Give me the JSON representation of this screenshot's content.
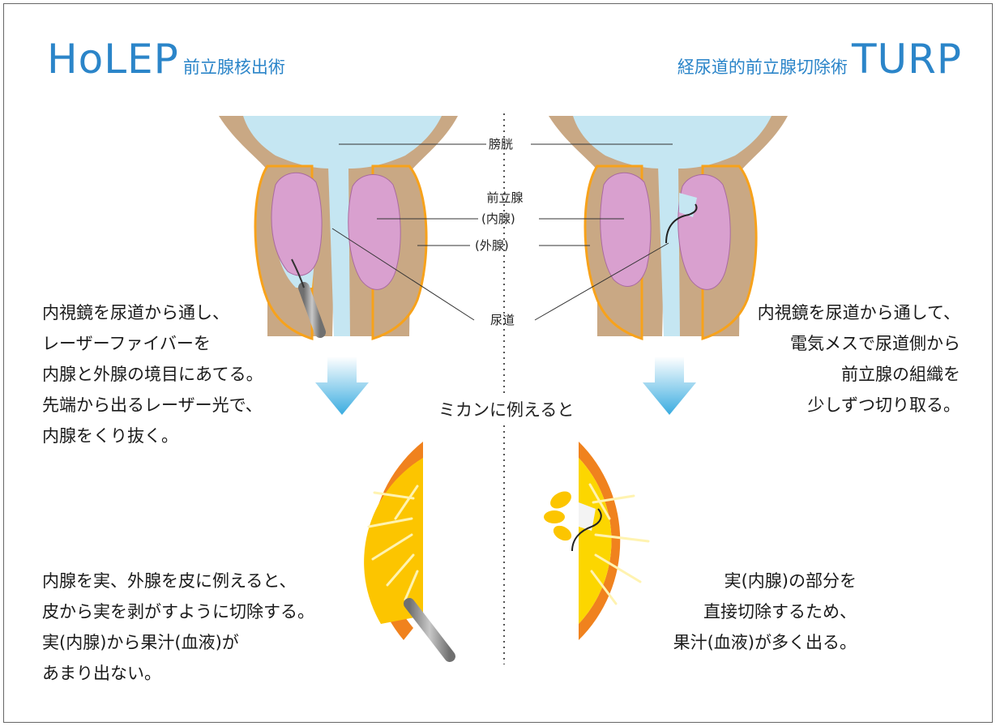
{
  "left": {
    "abbr": "HoLEP",
    "name": "前立腺核出術",
    "procedure_lines": [
      "内視鏡を尿道から通し、",
      "レーザーファイバーを",
      "内腺と外腺の境目にあてる。",
      "先端から出るレーザー光で、",
      "内腺をくり抜く。"
    ],
    "analogy_lines": [
      "内腺を実、外腺を皮に例えると、",
      "皮から実を剥がすように切除する。",
      "実(内腺)から果汁(血液)が",
      "あまり出ない。"
    ]
  },
  "right": {
    "abbr": "TURP",
    "name": "経尿道的前立腺切除術",
    "procedure_lines": [
      "内視鏡を尿道から通して、",
      "電気メスで尿道側から",
      "前立腺の組織を",
      "少しずつ切り取る。"
    ],
    "analogy_lines": [
      "実(内腺)の部分を",
      "直接切除するため、",
      "果汁(血液)が多く出る。"
    ]
  },
  "labels": {
    "bladder": "膀胱",
    "prostate": "前立腺",
    "inner_gland": "(内腺)",
    "outer_gland": "(外腺)",
    "urethra": "尿道"
  },
  "center_caption": "ミカンに例えると",
  "colors": {
    "title_blue": "#2b85c9",
    "bladder": "#c5e6f2",
    "tissue": "#c9a884",
    "outer_edge": "#f7a21b",
    "inner_gland": "#d9a0cf",
    "arrow_blue": "#3aace0",
    "orange_peel": "#f0821e",
    "orange_flesh": "#fcc500",
    "scope_gray": "#8a8a8a"
  }
}
